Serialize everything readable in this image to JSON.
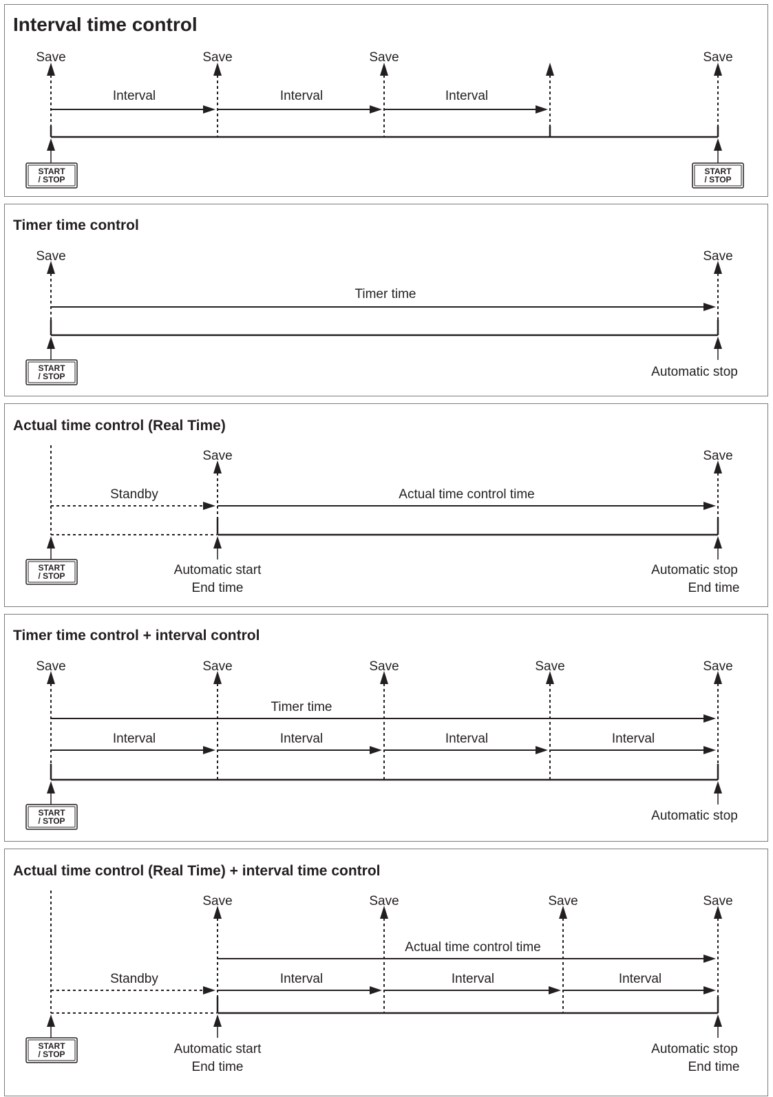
{
  "panels": [
    {
      "title": "Interval time control",
      "markers": [
        {
          "label": "Save"
        },
        {
          "label": "Save"
        },
        {
          "label": "Save"
        },
        {
          "label": ""
        },
        {
          "label": "Save"
        }
      ],
      "arrows": [
        {
          "label": "Interval"
        },
        {
          "label": "Interval"
        },
        {
          "label": "Interval"
        }
      ],
      "buttons": [
        {
          "line1": "START",
          "line2": "/ STOP"
        },
        {
          "line1": "START",
          "line2": "/ STOP"
        }
      ],
      "bottom_labels": []
    },
    {
      "title": "Timer time control",
      "markers": [
        {
          "label": "Save"
        },
        {
          "label": "Save"
        }
      ],
      "arrows": [
        {
          "label": "Timer time"
        }
      ],
      "buttons": [
        {
          "line1": "START",
          "line2": "/ STOP"
        }
      ],
      "bottom_labels": [
        {
          "line1": "Automatic stop",
          "line2": ""
        }
      ]
    },
    {
      "title": "Actual time control (Real Time)",
      "markers": [
        {
          "label": "Save"
        },
        {
          "label": "Save"
        }
      ],
      "arrows": [
        {
          "label": "Standby"
        },
        {
          "label": "Actual time control time"
        }
      ],
      "buttons": [
        {
          "line1": "START",
          "line2": "/ STOP"
        }
      ],
      "bottom_labels": [
        {
          "line1": "Automatic start",
          "line2": "End time"
        },
        {
          "line1": "Automatic stop",
          "line2": "End time"
        }
      ]
    },
    {
      "title": "Timer time control + interval control",
      "markers": [
        {
          "label": "Save"
        },
        {
          "label": "Save"
        },
        {
          "label": "Save"
        },
        {
          "label": "Save"
        },
        {
          "label": "Save"
        }
      ],
      "arrows": [
        {
          "label": "Timer time"
        },
        {
          "label": "Interval"
        },
        {
          "label": "Interval"
        },
        {
          "label": "Interval"
        },
        {
          "label": "Interval"
        }
      ],
      "buttons": [
        {
          "line1": "START",
          "line2": "/ STOP"
        }
      ],
      "bottom_labels": [
        {
          "line1": "Automatic stop",
          "line2": ""
        }
      ]
    },
    {
      "title": "Actual time control (Real Time) + interval time control",
      "markers": [
        {
          "label": "Save"
        },
        {
          "label": "Save"
        },
        {
          "label": "Save"
        },
        {
          "label": "Save"
        }
      ],
      "arrows": [
        {
          "label": "Actual time control time"
        },
        {
          "label": "Standby"
        },
        {
          "label": "Interval"
        },
        {
          "label": "Interval"
        },
        {
          "label": "Interval"
        }
      ],
      "buttons": [
        {
          "line1": "START",
          "line2": "/ STOP"
        }
      ],
      "bottom_labels": [
        {
          "line1": "Automatic start",
          "line2": "End time"
        },
        {
          "line1": "Automatic stop",
          "line2": "End time"
        }
      ]
    }
  ]
}
